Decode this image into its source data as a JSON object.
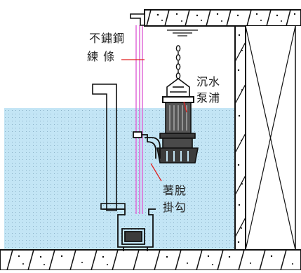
{
  "labels": {
    "chain_line1": "不鏽鋼",
    "chain_line2": "練 條",
    "pump_line1": "沉水",
    "pump_line2": "泵浦",
    "hook_line1": "著脫",
    "hook_line2": "掛勾"
  },
  "colors": {
    "water": "#c3e5f5",
    "water_dots": "#7fa6bd",
    "pipe_guide": "#e06ad8",
    "leader": "#e02020",
    "line": "#111111",
    "pump_body": "#3c3c3c"
  }
}
